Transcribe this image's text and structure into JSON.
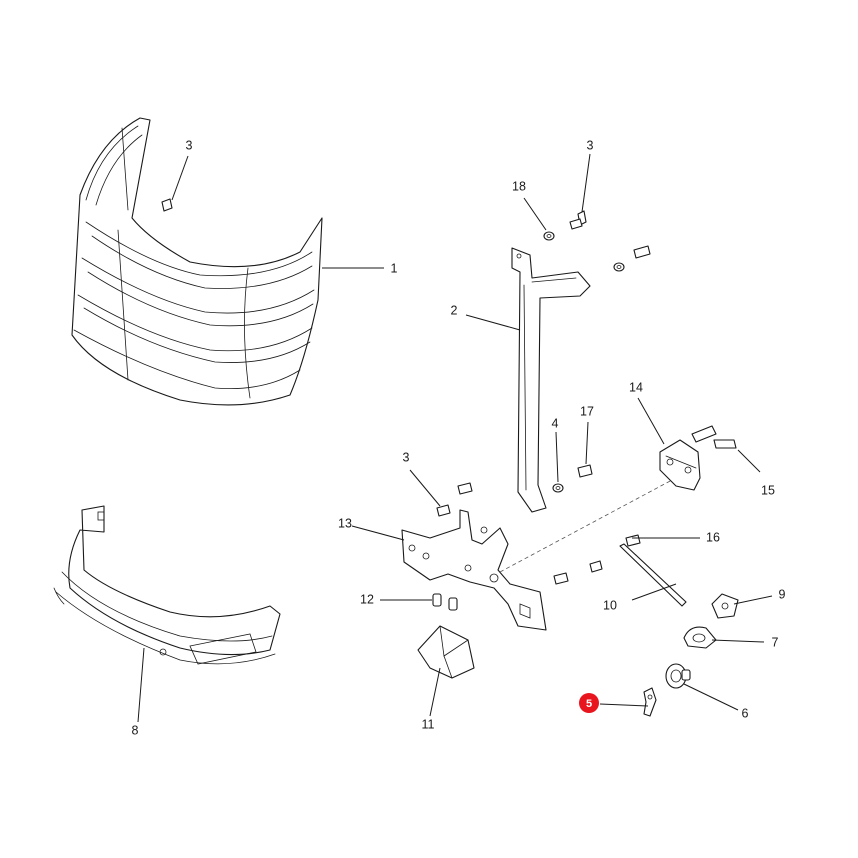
{
  "diagram": {
    "callouts": {
      "c1": "1",
      "c2": "2",
      "c3a": "3",
      "c3b": "3",
      "c3c": "3",
      "c4": "4",
      "c5": "5",
      "c6": "6",
      "c7": "7",
      "c8": "8",
      "c9": "9",
      "c10": "10",
      "c11": "11",
      "c12": "12",
      "c13": "13",
      "c14": "14",
      "c15": "15",
      "c16": "16",
      "c17": "17",
      "c18": "18"
    },
    "highlight_color": "#e8141e",
    "highlighted_callout": "5"
  }
}
